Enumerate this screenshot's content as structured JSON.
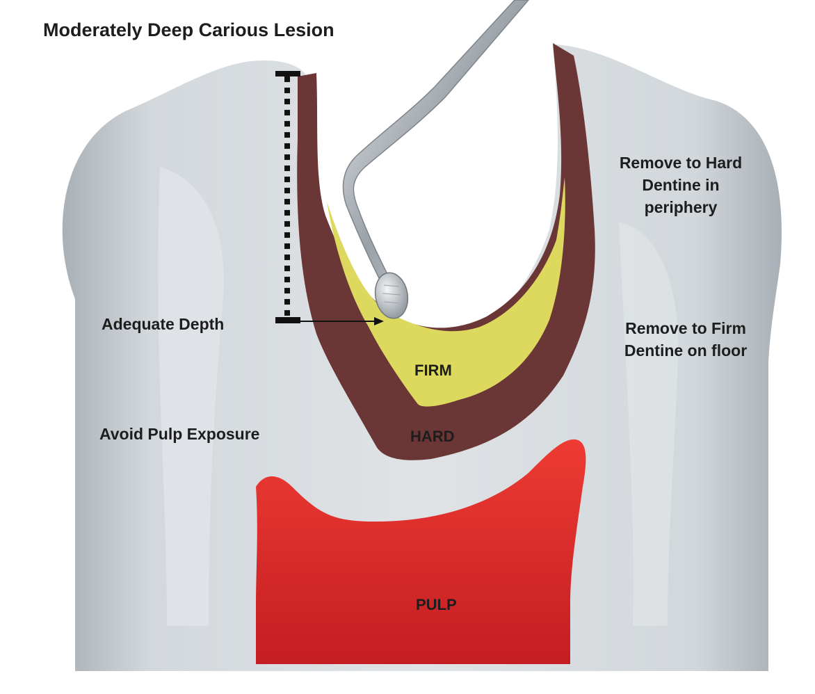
{
  "title": "Moderately Deep Carious Lesion",
  "labels": {
    "adequate_depth": "Adequate Depth",
    "avoid_pulp": "Avoid Pulp Exposure",
    "remove_hard": [
      "Remove to Hard",
      "Dentine in",
      "periphery"
    ],
    "remove_firm": [
      "Remove to Firm",
      "Dentine on floor"
    ],
    "firm": "FIRM",
    "hard": "HARD",
    "pulp": "PULP"
  },
  "colors": {
    "tooth": "#cfd4d9",
    "hard_dentine": "#6b3636",
    "firm_dentine": "#ddd85e",
    "pulp": "#e0312d",
    "instrument": "#b9bec4",
    "depth_marker": "#111111"
  },
  "icons": {
    "instrument": "spoon-excavator-icon"
  }
}
